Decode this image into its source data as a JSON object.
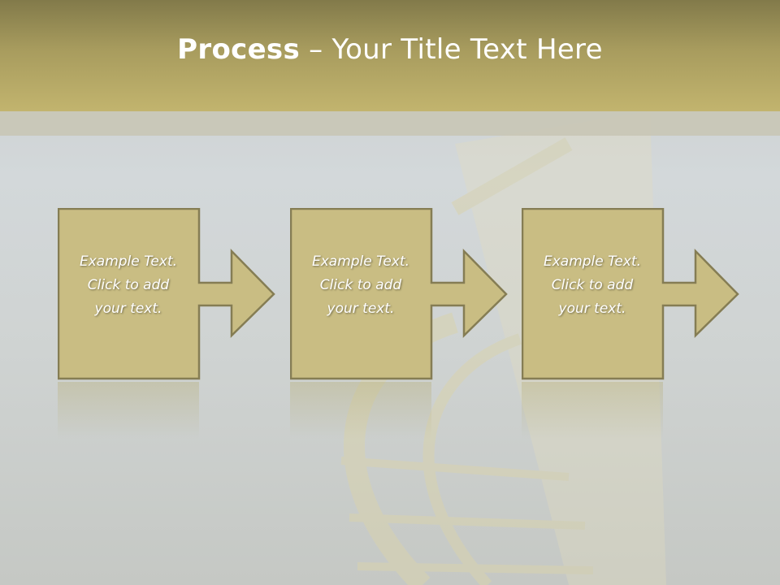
{
  "header": {
    "title_bold": "Process",
    "title_rest": " – Your Title Text Here"
  },
  "steps": [
    {
      "line1": "Example Text.",
      "line2": "Click  to add",
      "line3": "your text."
    },
    {
      "line1": "Example Text.",
      "line2": "Click  to add",
      "line3": "your text."
    },
    {
      "line1": "Example Text.",
      "line2": "Click  to add",
      "line3": "your text."
    }
  ],
  "colors": {
    "header_top": "#827a4a",
    "header_bottom": "#c2b46e",
    "box_fill": "#c9bd83",
    "box_stroke": "#857d54",
    "text": "#ffffff"
  },
  "icons": {
    "arrow": "right-arrow-icon"
  }
}
